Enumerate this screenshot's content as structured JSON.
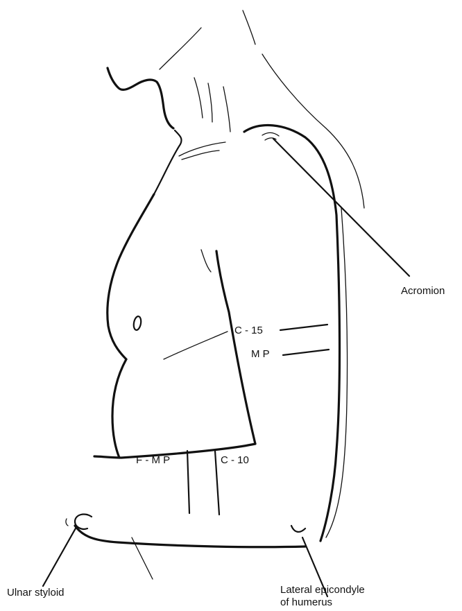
{
  "labels": {
    "acromion": "Acromion",
    "c15": "C - 15",
    "mp": "M P",
    "fmp": "F - M P",
    "c10": "C - 10",
    "ulnar_styloid": "Ulnar styloid",
    "lateral_epicondyle_line1": "Lateral epicondyle",
    "lateral_epicondyle_line2": "of humerus"
  },
  "colors": {
    "ink": "#111111",
    "background": "#ffffff"
  }
}
